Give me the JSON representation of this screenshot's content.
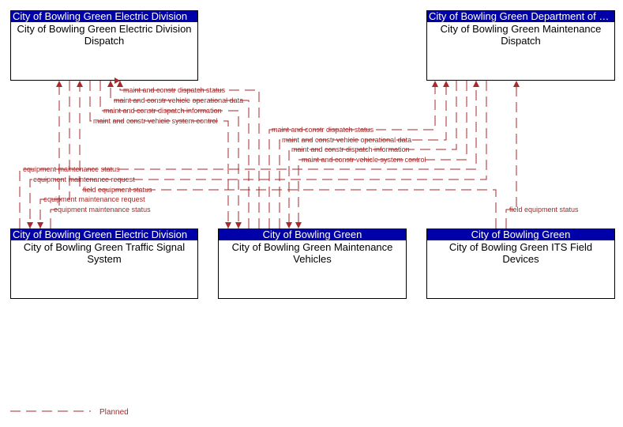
{
  "boxes": {
    "ed_dispatch": {
      "header": "City of Bowling Green Electric Division",
      "body": "City of Bowling Green Electric Division Dispatch"
    },
    "dept_dispatch": {
      "header": "City of Bowling Green Department of …",
      "body": "City of Bowling Green Maintenance Dispatch"
    },
    "traffic_signal": {
      "header": "City of Bowling Green Electric Division",
      "body": "City of Bowling Green Traffic Signal System"
    },
    "maint_vehicles": {
      "header": "City of Bowling Green",
      "body": "City of Bowling Green Maintenance Vehicles"
    },
    "its_devices": {
      "header": "City of Bowling Green",
      "body": "City of Bowling Green ITS Field Devices"
    }
  },
  "flows": {
    "f1": "maint and constr dispatch status",
    "f2": "maint and constr vehicle operational data",
    "f3": "maint and constr dispatch information",
    "f4": "maint and constr vehicle system control",
    "f5": "maint and constr dispatch status",
    "f6": "maint and constr vehicle operational data",
    "f7": "maint and constr dispatch information",
    "f8": "maint and constr vehicle system control",
    "f9": "equipment maintenance status",
    "f10": "equipment maintenance request",
    "f11": "field equipment status",
    "f12": "equipment maintenance request",
    "f13": "equipment maintenance status",
    "f14": "field equipment status"
  },
  "legend": {
    "planned": "Planned"
  },
  "colors": {
    "header": "#0000a8",
    "flow": "#a52a2a"
  }
}
